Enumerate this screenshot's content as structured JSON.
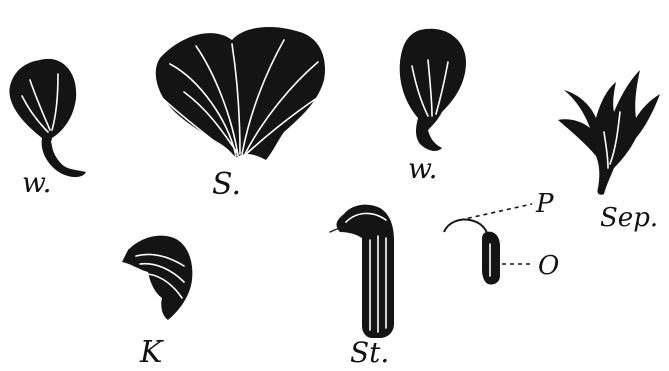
{
  "labels": {
    "wing_left": "w.",
    "standard": "S.",
    "wing_right": "w.",
    "sepals": "Sep.",
    "keel": "K",
    "stamens": "St.",
    "pistil": "P",
    "ovary": "O"
  }
}
